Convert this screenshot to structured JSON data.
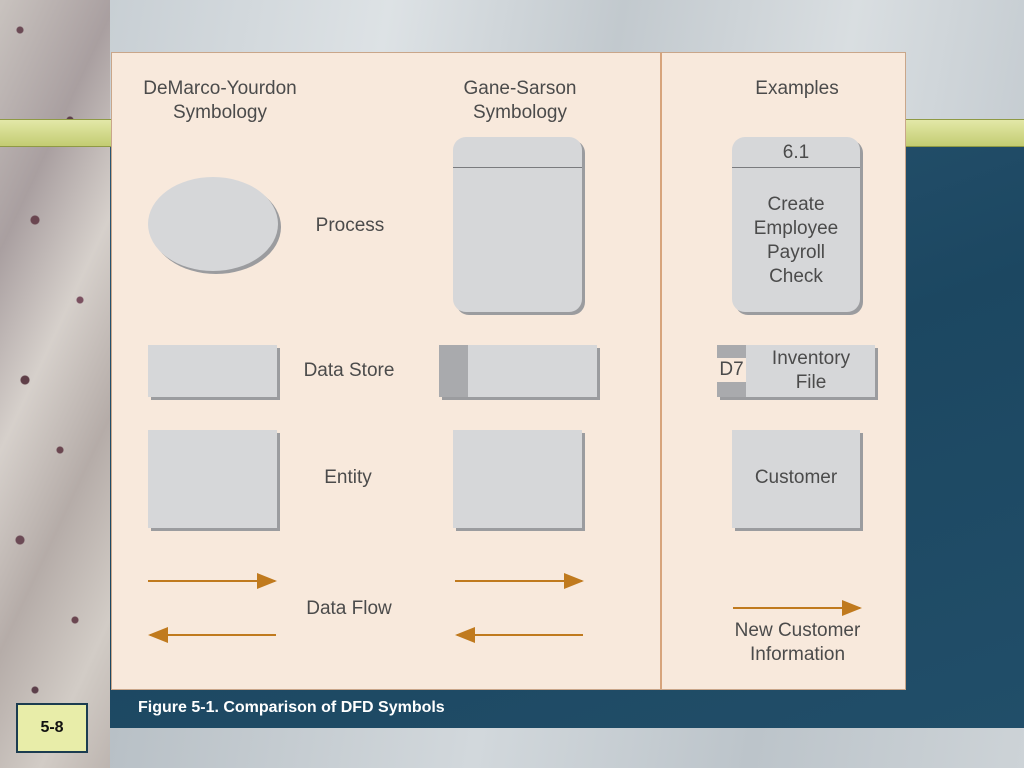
{
  "headers": {
    "demarco": [
      "DeMarco-Yourdon",
      "Symbology"
    ],
    "gane": [
      "Gane-Sarson",
      "Symbology"
    ],
    "examples": "Examples"
  },
  "labels": {
    "process": "Process",
    "data_store": "Data Store",
    "entity": "Entity",
    "data_flow": "Data Flow"
  },
  "examples": {
    "process_id": "6.1",
    "process_text": [
      "Create",
      "Employee",
      "Payroll",
      "Check"
    ],
    "store_id": "D7",
    "store_text": [
      "Inventory",
      "File"
    ],
    "entity_text": "Customer",
    "flow_text": [
      "New Customer",
      "Information"
    ]
  },
  "caption": "Figure 5-1.  Comparison of DFD Symbols",
  "page_number": "5-8",
  "colors": {
    "panel": "#f8e9dc",
    "symbol_fill": "#d6d7d9",
    "symbol_shadow": "#9b9c9f",
    "arrow": "#c07a1e",
    "divider": "#d7a47c",
    "band": "#d8de8d",
    "background_dark": "#1f4a63"
  }
}
